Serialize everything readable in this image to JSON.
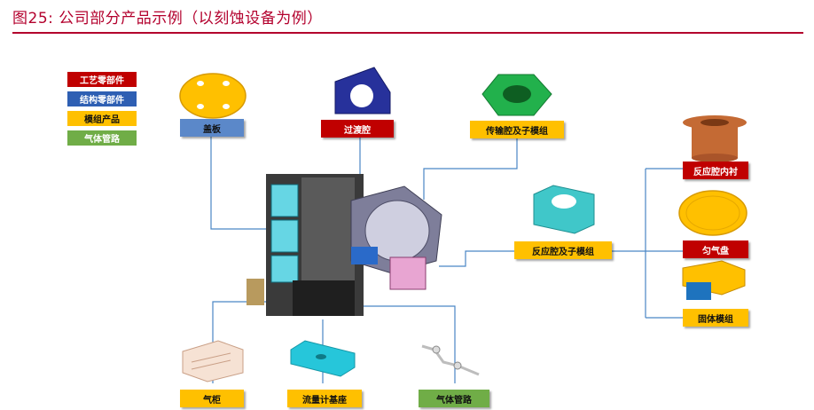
{
  "header": {
    "title": "图25:  公司部分产品示例（以刻蚀设备为例）"
  },
  "legend": [
    {
      "label": "工艺零部件",
      "color": "#c00000"
    },
    {
      "label": "结构零部件",
      "color": "#2e5fb3"
    },
    {
      "label": "模组产品",
      "color": "#ffc000"
    },
    {
      "label": "气体管路",
      "color": "#70ad47"
    }
  ],
  "parts": {
    "gaiban": "盖板",
    "guoduqiang": "过渡腔",
    "chuanshuqiang": "传输腔及子模组",
    "fanyingqiang_neichen": "反应腔内衬",
    "fanyingqiang_mozu": "反应腔及子模组",
    "junqipan": "匀气盘",
    "guti_mozu": "固体模组",
    "qigui": "气柜",
    "liuliangji_jizuo": "流量计基座",
    "qiti_guanlu": "气体管路"
  }
}
